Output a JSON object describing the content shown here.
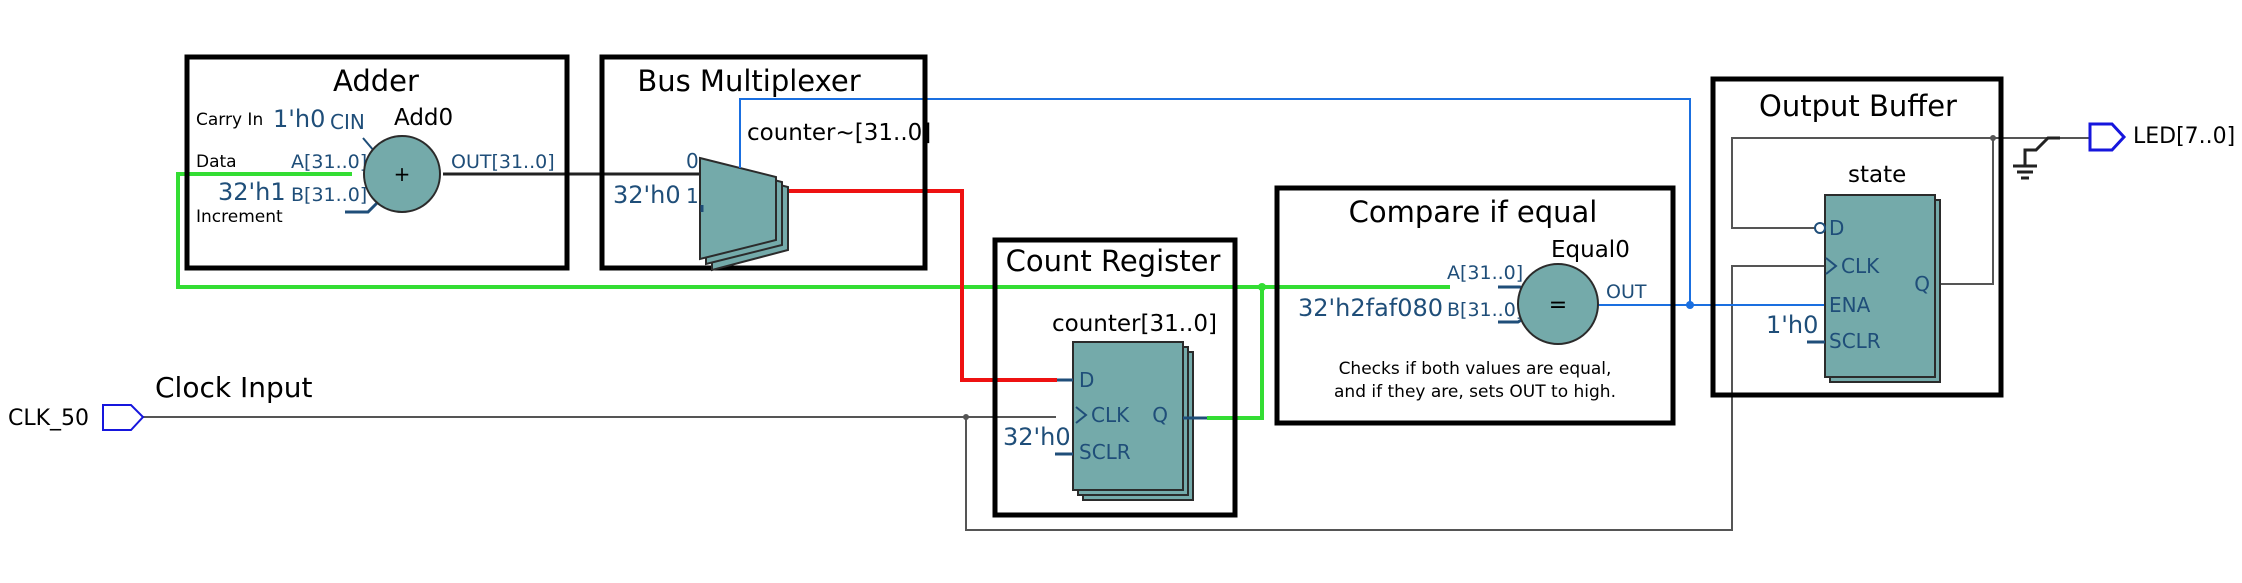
{
  "colors": {
    "wire_gray": "#555555",
    "wire_green": "#33dd33",
    "wire_red": "#ee1111",
    "wire_blue": "#1a6fe0",
    "block_border": "#000000",
    "component_fill": "#74aaaa",
    "label_blue": "#1f4e79",
    "pin_blue": "#1616dd"
  },
  "pins": {
    "clk": "CLK_50",
    "led": "LED[7..0]"
  },
  "labels": {
    "clock_input": "Clock Input"
  },
  "adder": {
    "title": "Adder",
    "carry_in": "Carry In",
    "data": "Data",
    "increment": "Increment",
    "carry_const": "1'h0",
    "cin": "CIN",
    "name": "Add0",
    "port_a": "A[31..0]",
    "port_b": "B[31..0]",
    "port_out": "OUT[31..0]",
    "inc_const": "32'h1",
    "symbol": "+"
  },
  "mux": {
    "title": "Bus Multiplexer",
    "name": "counter~[31..0]",
    "in0": "0",
    "in1": "1",
    "const": "32'h0"
  },
  "register": {
    "title": "Count Register",
    "name": "counter[31..0]",
    "port_d": "D",
    "port_clk": "CLK",
    "port_sclr": "SCLR",
    "port_q": "Q",
    "sclr_const": "32'h0"
  },
  "comparator": {
    "title": "Compare if equal",
    "name": "Equal0",
    "port_a": "A[31..0]",
    "port_b": "B[31..0]",
    "port_out": "OUT",
    "const": "32'h2faf080",
    "symbol": "=",
    "note_line1": "Checks if both values are equal,",
    "note_line2": "and if they are, sets OUT to high."
  },
  "output_buffer": {
    "title": "Output Buffer",
    "name": "state",
    "port_d": "D",
    "port_clk": "CLK",
    "port_ena": "ENA",
    "port_sclr": "SCLR",
    "port_q": "Q",
    "sclr_const": "1'h0"
  }
}
